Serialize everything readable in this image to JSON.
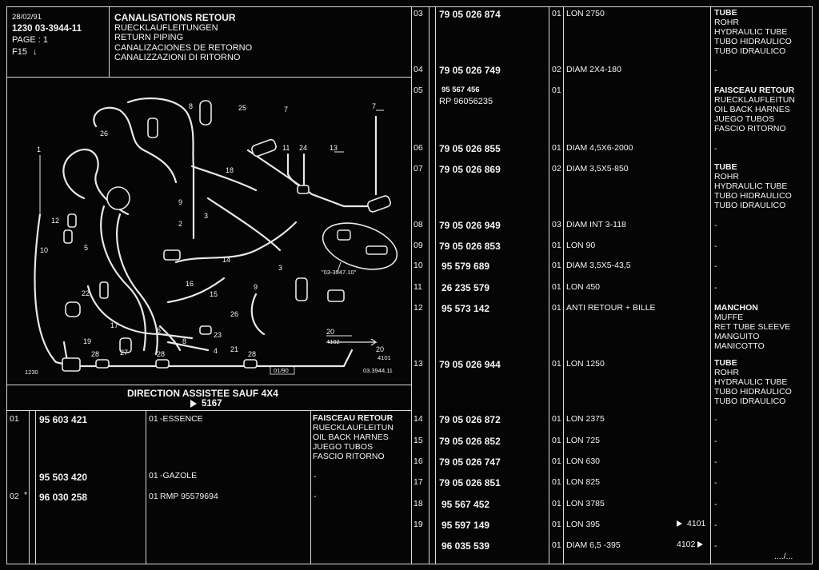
{
  "header": {
    "date": "28/02/91",
    "ref_line": "1230  03-3944-11",
    "page": "PAGE : 1",
    "figure": "F15",
    "titles": [
      "CANALISATIONS RETOUR",
      "RUECKLAUFLEITUNGEN",
      "RETURN PIPING",
      "CANALIZACIONES DE RETORNO",
      "CANALIZZAZIONI DI RITORNO"
    ]
  },
  "diagram": {
    "corner_code": "1230",
    "drawing_code": "03.3944.11",
    "date_code": "01/90",
    "inset_code": "\"03-3947.10\"",
    "labels": [
      "1",
      "2",
      "3",
      "3",
      "4",
      "5",
      "6",
      "7",
      "7",
      "8",
      "8",
      "9",
      "9",
      "10",
      "11",
      "12",
      "13",
      "14",
      "15",
      "16",
      "17",
      "18",
      "19",
      "20",
      "20",
      "21",
      "22",
      "23",
      "24",
      "25",
      "26",
      "26",
      "27",
      "28",
      "28",
      "28"
    ],
    "ref_4101": "4101",
    "ref_4102": "4102"
  },
  "section": {
    "title": "DIRECTION ASSISTEE SAUF 4X4",
    "ref": "5167"
  },
  "left_rows": [
    {
      "item": "01",
      "part": "95 603 421",
      "qty": "01",
      "desc": "-ESSENCE",
      "names": [
        "FAISCEAU RETOUR",
        "RUECKLAUFLEITUN",
        "OIL BACK HARNES",
        "JUEGO TUBOS",
        "FASCIO RITORNO"
      ]
    },
    {
      "item": "",
      "part": "95 503 420",
      "qty": "01",
      "desc": "-GAZOLE",
      "names": [
        "-"
      ]
    },
    {
      "item": "02",
      "star": "*",
      "part": "96 030 258",
      "qty": "01",
      "desc": "RMP 95579694",
      "names": [
        "-"
      ]
    }
  ],
  "right_rows": [
    {
      "item": "03",
      "part": "79 05 026 874",
      "qty": "01",
      "spec": "LON 2750",
      "names": [
        "TUBE",
        "ROHR",
        "HYDRAULIC TUBE",
        "TUBO HIDRAULICO",
        "TUBO IDRAULICO"
      ]
    },
    {
      "item": "04",
      "part": "79 05 026 749",
      "qty": "02",
      "spec": "DIAM 2X4-180",
      "names": [
        "-"
      ]
    },
    {
      "item": "05",
      "part": "95 567 456",
      "part2": "RP  96056235",
      "qty": "01",
      "spec": "",
      "names": [
        "FAISCEAU RETOUR",
        "RUECKLAUFLEITUN",
        "OIL BACK HARNES",
        "JUEGO TUBOS",
        "FASCIO RITORNO"
      ]
    },
    {
      "item": "06",
      "part": "79 05 026 855",
      "qty": "01",
      "spec": "DIAM 4,5X6-2000",
      "names": [
        "-"
      ]
    },
    {
      "item": "07",
      "part": "79 05 026 869",
      "qty": "02",
      "spec": "DIAM 3,5X5-850",
      "names": [
        "TUBE",
        "ROHR",
        "HYDRAULIC TUBE",
        "TUBO HIDRAULICO",
        "TUBO IDRAULICO"
      ]
    },
    {
      "item": "08",
      "part": "79 05 026 949",
      "qty": "03",
      "spec": "DIAM INT 3-118",
      "names": [
        "-"
      ]
    },
    {
      "item": "09",
      "part": "79 05 026 853",
      "qty": "01",
      "spec": "LON 90",
      "names": [
        "-"
      ]
    },
    {
      "item": "10",
      "part": "95 579 689",
      "qty": "01",
      "spec": "DIAM 3,5X5-43,5",
      "names": [
        "-"
      ]
    },
    {
      "item": "11",
      "part": "26 235 579",
      "qty": "01",
      "spec": "LON 450",
      "names": [
        "-"
      ]
    },
    {
      "item": "12",
      "part": "95 573 142",
      "qty": "01",
      "spec": "ANTI RETOUR + BILLE",
      "names": [
        "MANCHON",
        "MUFFE",
        "RET TUBE SLEEVE",
        "MANGUITO",
        "MANICOTTO"
      ]
    },
    {
      "item": "13",
      "part": "79 05 026 944",
      "qty": "01",
      "spec": "LON 1250",
      "names": [
        "TUBE",
        "ROHR",
        "HYDRAULIC TUBE",
        "TUBO HIDRAULICO",
        "TUBO IDRAULICO"
      ]
    },
    {
      "item": "14",
      "part": "79 05 026 872",
      "qty": "01",
      "spec": "LON 2375",
      "names": [
        "-"
      ]
    },
    {
      "item": "15",
      "part": "79 05 026 852",
      "qty": "01",
      "spec": "LON 725",
      "names": [
        "-"
      ]
    },
    {
      "item": "16",
      "part": "79 05 026 747",
      "qty": "01",
      "spec": "LON 630",
      "names": [
        "-"
      ]
    },
    {
      "item": "17",
      "part": "79 05 026 851",
      "qty": "01",
      "spec": "LON 825",
      "names": [
        "-"
      ]
    },
    {
      "item": "18",
      "part": "95 567 452",
      "qty": "01",
      "spec": "LON 3785",
      "names": [
        "-"
      ]
    },
    {
      "item": "19",
      "part": "95 597 149",
      "qty": "01",
      "spec": "LON 395",
      "ref": "4101",
      "names": [
        "-"
      ]
    },
    {
      "item": "",
      "part": "96 035 539",
      "qty": "01",
      "spec": "DIAM 6,5 -395",
      "ref": "4102",
      "names": [
        "-"
      ]
    }
  ],
  "footer": {
    "continuation": "..../..."
  }
}
